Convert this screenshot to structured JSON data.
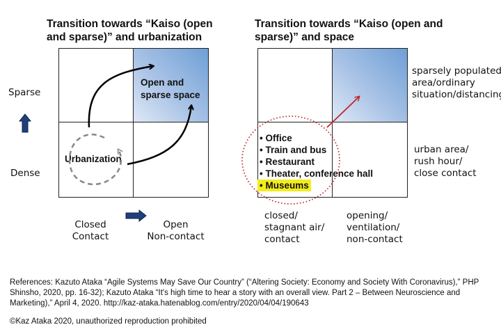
{
  "left": {
    "title": "Transition towards “Kaiso (open and sparse)” and urbanization",
    "y_top": "Sparse",
    "y_bottom": "Dense",
    "x_left": [
      "Closed",
      "Contact"
    ],
    "x_right": [
      "Open",
      "Non-contact"
    ],
    "quadrant_label": [
      "Open and",
      "sparse space"
    ],
    "urbanization": "Urbanization"
  },
  "right": {
    "title": "Transition towards “Kaiso (open and sparse)” and space",
    "row_top": [
      "sparsely populated",
      "area/ordinary",
      "situation/distancing"
    ],
    "row_bottom": [
      "urban area/",
      "rush hour/",
      "close contact"
    ],
    "col_left": [
      "closed/",
      "stagnant air/",
      "contact"
    ],
    "col_right": [
      "opening/",
      "ventilation/",
      "non-contact"
    ],
    "items": [
      "• Office",
      "• Train and bus",
      "• Restaurant",
      "• Theater, conference hall",
      "• Museums"
    ]
  },
  "references": "References: Kazuto Ataka “Agile Systems May Save Our Country” (“Altering Society: Economy and Society With Coronavirus),” PHP Shinsho, 2020, pp. 16-32); Kazuto Ataka “It's high time to hear a story with an overall view. Part 2 – Between Neuroscience and Marketing),” April 4, 2020. http://kaz-ataka.hatenablog.com/entry/2020/04/04/190643",
  "copyright": "©Kaz Ataka 2020, unauthorized reproduction prohibited",
  "colors": {
    "arrow_blue": "#1f3f7a",
    "highlight": "#f2ee1e",
    "red": "#c0282d"
  }
}
